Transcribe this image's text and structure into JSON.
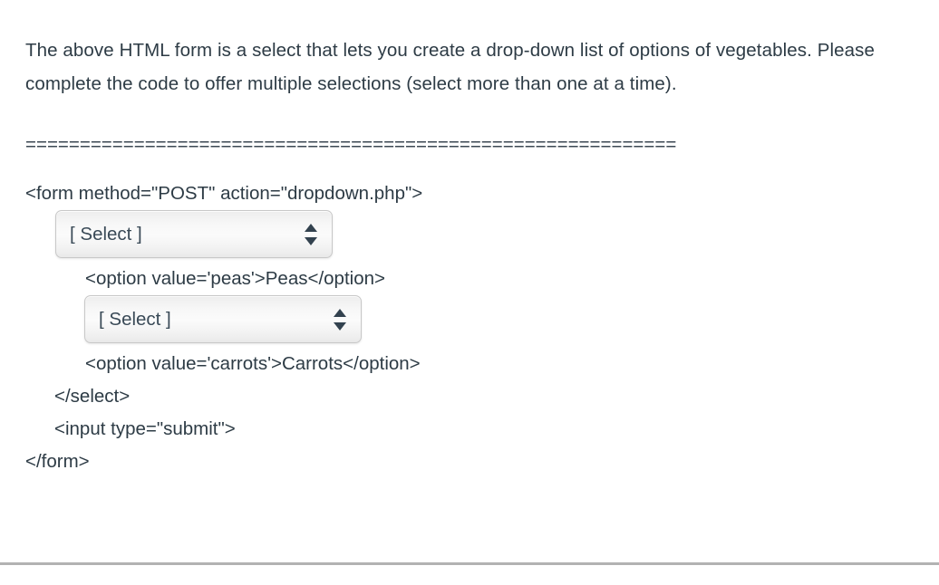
{
  "intro": {
    "paragraph": "The above HTML form is a select that lets you create a drop-down list of options of vegetables. Please complete the code to offer multiple selections (select more than one at a time)."
  },
  "separator": {
    "equals_line": "============================================================"
  },
  "code": {
    "line_form_open": "<form method=\"POST\" action=\"dropdown.php\">",
    "line_option_peas": "<option value='peas'>Peas</option>",
    "line_option_carrots": "<option value='carrots'>Carrots</option>",
    "line_select_close": "</select>",
    "line_input_submit": "<input type=\"submit\">",
    "line_form_close": "</form>"
  },
  "selects": [
    {
      "name": "select-blank-1",
      "value": "[ Select ]",
      "options": [
        "[ Select ]"
      ]
    },
    {
      "name": "select-blank-2",
      "value": "[ Select ]",
      "options": [
        "[ Select ]"
      ]
    }
  ],
  "colors": {
    "text": "#2d3b45",
    "select_border": "#c8c8c8",
    "arrow": "#33424f",
    "divider": "#b2b2b2",
    "background": "#ffffff"
  }
}
